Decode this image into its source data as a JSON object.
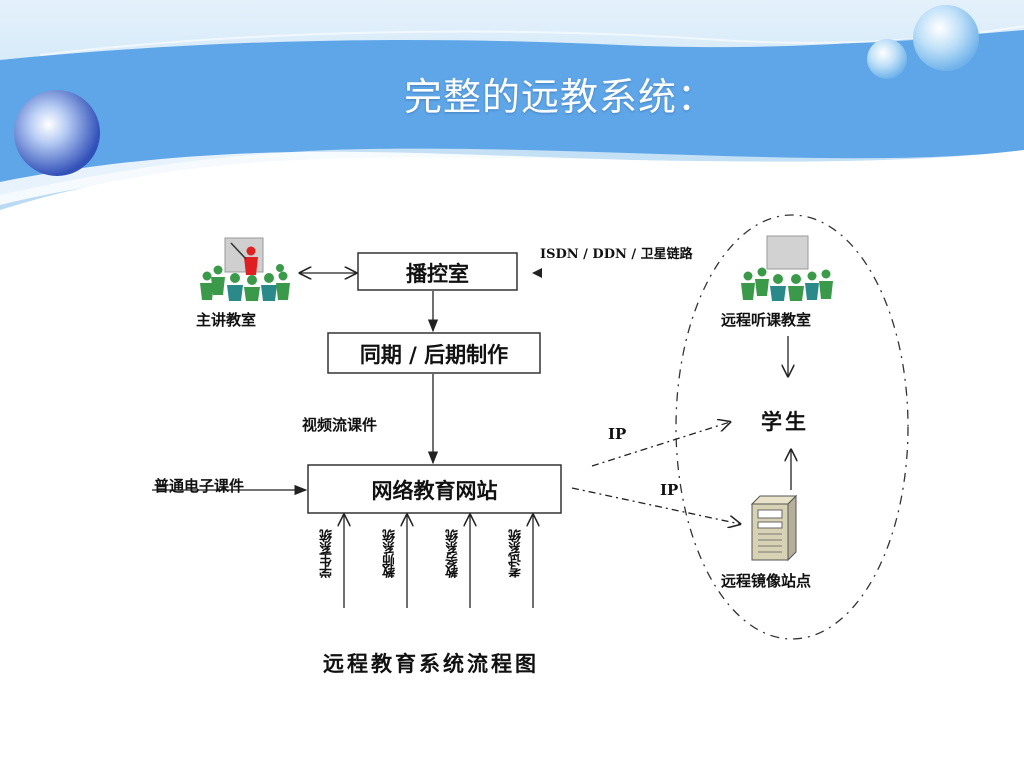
{
  "slide": {
    "title": "完整的远教系统："
  },
  "diagram": {
    "nodes": {
      "control_room": "播控室",
      "production": "同期 / 后期制作",
      "website": "网络教育网站",
      "main_classroom": "主讲教室",
      "remote_classroom": "远程听课教室",
      "student": "学生",
      "mirror_site": "远程镜像站点"
    },
    "edge_labels": {
      "link": "ISDN / DDN / 卫星链路",
      "video_courseware": "视频流课件",
      "ordinary_courseware": "普通电子课件",
      "ip_upper": "IP",
      "ip_lower": "IP"
    },
    "subsystems": [
      "学生系统",
      "教师系统",
      "教务系统",
      "考试系统"
    ],
    "caption": "远程教育系统流程图"
  },
  "colors": {
    "header_blue": "#5ba3e6",
    "header_light": "#cfe6f7",
    "figure_green": "#3a9a4a",
    "figure_teal": "#2a8a8a",
    "teacher_red": "#e02020"
  },
  "icons": [
    "classroom-icon",
    "teacher-icon",
    "server-icon",
    "bubble-icon"
  ]
}
